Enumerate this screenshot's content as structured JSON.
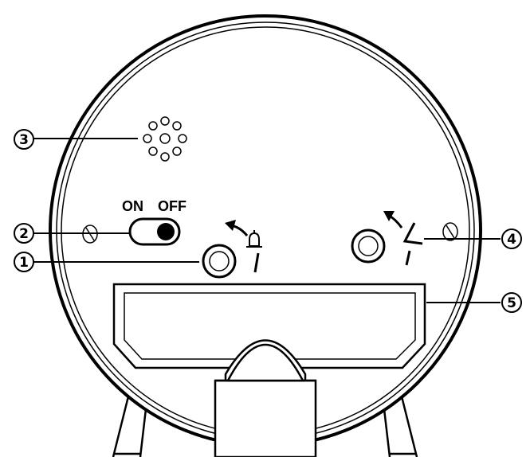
{
  "switch": {
    "on_label": "ON",
    "off_label": "OFF",
    "state": "off"
  },
  "callouts": [
    {
      "id": "1",
      "label": "1",
      "part": "alarm-set-knob"
    },
    {
      "id": "2",
      "label": "2",
      "part": "alarm-switch"
    },
    {
      "id": "3",
      "label": "3",
      "part": "speaker-grille"
    },
    {
      "id": "4",
      "label": "4",
      "part": "time-set-knob"
    },
    {
      "id": "5",
      "label": "5",
      "part": "battery-compartment"
    }
  ],
  "colors": {
    "line": "#000000",
    "background": "#ffffff",
    "fill": "#ffffff"
  },
  "icons": [
    "bell-icon",
    "clock-hands-icon",
    "rotate-arrow-icon"
  ]
}
